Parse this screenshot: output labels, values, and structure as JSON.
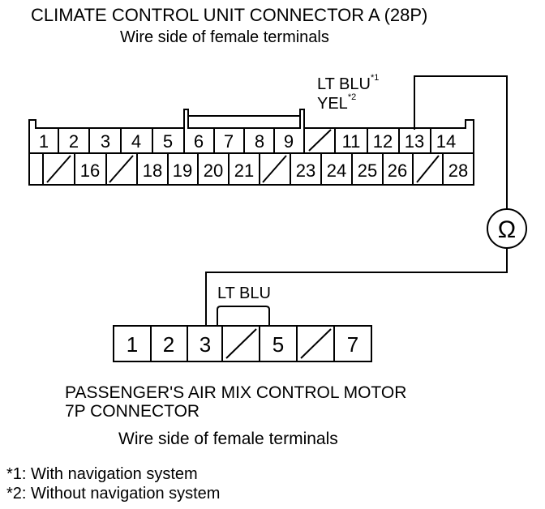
{
  "connector_a": {
    "title": "CLIMATE CONTROL UNIT CONNECTOR A (28P)",
    "subtitle": "Wire side of female terminals",
    "row1": [
      "1",
      "2",
      "3",
      "4",
      "5",
      "6",
      "7",
      "8",
      "9",
      "",
      "11",
      "12",
      "13",
      "14"
    ],
    "row2": [
      "",
      "16",
      "",
      "18",
      "19",
      "20",
      "21",
      "",
      "23",
      "24",
      "25",
      "26",
      "",
      "28"
    ]
  },
  "wire_a": {
    "color1": "LT BLU",
    "mark1": "*1",
    "color2": "YEL",
    "mark2": "*2"
  },
  "meter": {
    "symbol": "Ω"
  },
  "connector_b": {
    "title_line1": "PASSENGER'S AIR MIX CONTROL MOTOR",
    "title_line2": "7P CONNECTOR",
    "subtitle": "Wire side of female terminals",
    "cells": [
      "1",
      "2",
      "3",
      "",
      "5",
      "",
      "7"
    ]
  },
  "wire_b": {
    "color": "LT BLU"
  },
  "notes": [
    "*1: With navigation system",
    "*2: Without navigation system"
  ]
}
